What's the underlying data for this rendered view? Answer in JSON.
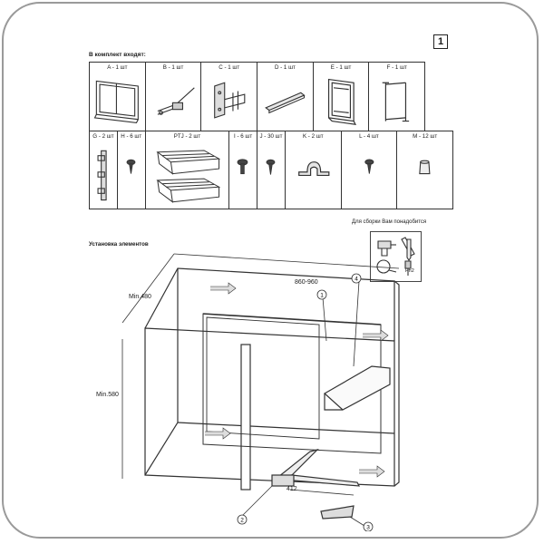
{
  "page_number": "1",
  "kit_title": "В комплект входят:",
  "parts_row1": [
    {
      "label": "A - 1 шт",
      "icon": "frame-icon"
    },
    {
      "label": "B - 1 шт",
      "icon": "lever-icon"
    },
    {
      "label": "C - 1 шт",
      "icon": "bracket-icon"
    },
    {
      "label": "D - 1 шт",
      "icon": "bar-icon"
    },
    {
      "label": "E - 1 шт",
      "icon": "box-frame-icon"
    },
    {
      "label": "F - 1 шт",
      "icon": "rail-icon"
    }
  ],
  "parts_row2": [
    {
      "label": "G - 2 шт",
      "icon": "hinge-icon"
    },
    {
      "label": "H - 6 шт",
      "icon": "screw-icon"
    },
    {
      "label": "PTJ - 2 шт",
      "icon": "basket-icon"
    },
    {
      "label": "I - 6 шт",
      "icon": "screw-icon"
    },
    {
      "label": "J - 30 шт",
      "icon": "screw-icon"
    },
    {
      "label": "K - 2 шт",
      "icon": "clip-icon"
    },
    {
      "label": "L - 4 шт",
      "icon": "screw-icon"
    },
    {
      "label": "M - 12 шт",
      "icon": "cap-icon"
    }
  ],
  "tools_title": "Для сборки Вам понадобится",
  "tools_ph": "Ph2",
  "assembly_title": "Установка элементов",
  "dimensions": {
    "width": "860-960",
    "depth": "Min.480",
    "height": "Min.580",
    "lever": "412"
  },
  "callouts": [
    "1",
    "2",
    "3",
    "4"
  ]
}
